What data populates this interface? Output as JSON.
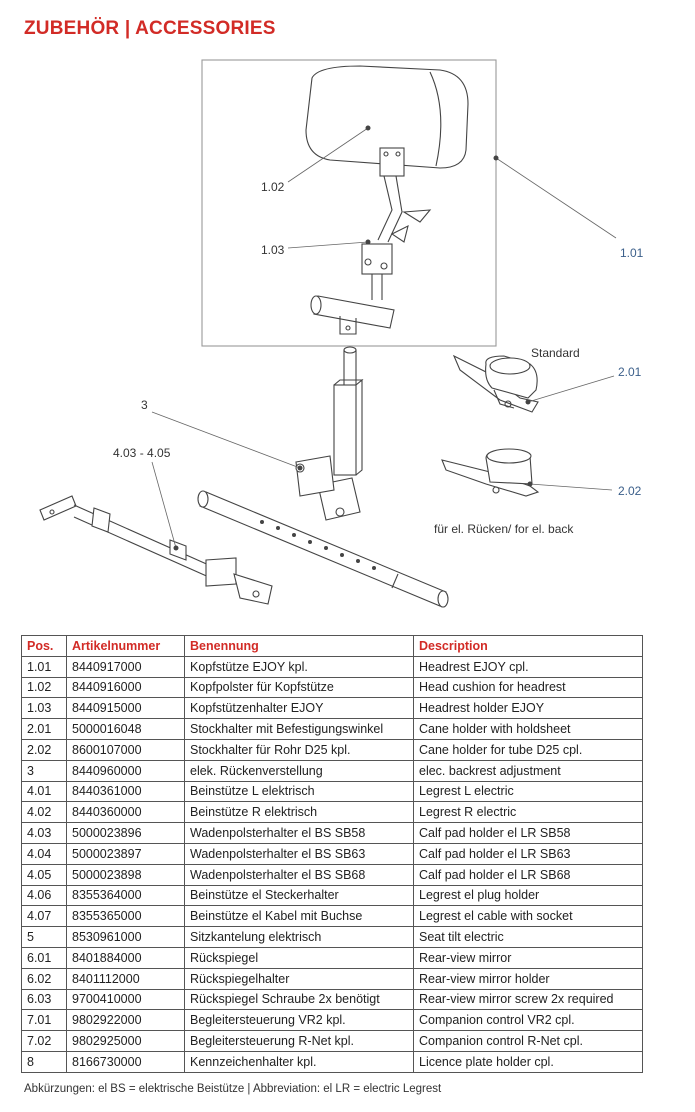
{
  "header": {
    "title": "ZUBEHÖR  |  ACCESSORIES"
  },
  "diagram": {
    "labels": {
      "p102": "1.02",
      "p103": "1.03",
      "p101": "1.01",
      "standard": "Standard",
      "p201": "2.01",
      "p3": "3",
      "p403_405": "4.03 - 4.05",
      "p202": "2.02",
      "el_back": "für el. Rücken/ for el. back"
    },
    "colors": {
      "line": "#444444",
      "label_blue": "#3b5f8a"
    }
  },
  "table": {
    "columns": [
      "Pos.",
      "Artikelnummer",
      "Benennung",
      "Description"
    ],
    "rows": [
      [
        "1.01",
        "8440917000",
        "Kopfstütze EJOY kpl.",
        "Headrest EJOY cpl."
      ],
      [
        "1.02",
        "8440916000",
        "Kopfpolster für Kopfstütze",
        "Head cushion for headrest"
      ],
      [
        "1.03",
        "8440915000",
        "Kopfstützenhalter EJOY",
        "Headrest holder EJOY"
      ],
      [
        "2.01",
        "5000016048",
        "Stockhalter mit Befestigungswinkel",
        "Cane holder with holdsheet"
      ],
      [
        "2.02",
        "8600107000",
        "Stockhalter für Rohr D25 kpl.",
        "Cane holder for tube D25 cpl."
      ],
      [
        "3",
        "8440960000",
        "elek. Rückenverstellung",
        "elec. backrest adjustment"
      ],
      [
        "4.01",
        "8440361000",
        "Beinstütze L elektrisch",
        "Legrest L electric"
      ],
      [
        "4.02",
        "8440360000",
        "Beinstütze R elektrisch",
        "Legrest R electric"
      ],
      [
        "4.03",
        "5000023896",
        "Wadenpolsterhalter el BS SB58",
        "Calf pad holder el LR SB58"
      ],
      [
        "4.04",
        "5000023897",
        "Wadenpolsterhalter el BS SB63",
        "Calf pad holder el LR SB63"
      ],
      [
        "4.05",
        "5000023898",
        "Wadenpolsterhalter el BS SB68",
        "Calf pad holder el LR SB68"
      ],
      [
        "4.06",
        "8355364000",
        "Beinstütze el Steckerhalter",
        "Legrest el plug holder"
      ],
      [
        "4.07",
        "8355365000",
        "Beinstütze el Kabel mit Buchse",
        "Legrest el cable with socket"
      ],
      [
        "5",
        "8530961000",
        "Sitzkantelung elektrisch",
        "Seat tilt electric"
      ],
      [
        "6.01",
        "8401884000",
        "Rückspiegel",
        "Rear-view mirror"
      ],
      [
        "6.02",
        "8401112000",
        "Rückspiegelhalter",
        "Rear-view mirror holder"
      ],
      [
        "6.03",
        "9700410000",
        "Rückspiegel Schraube 2x benötigt",
        "Rear-view mirror screw 2x required"
      ],
      [
        "7.01",
        "9802922000",
        "Begleitersteuerung VR2 kpl.",
        "Companion control VR2 cpl."
      ],
      [
        "7.02",
        "9802925000",
        "Begleitersteuerung R-Net kpl.",
        "Companion control R-Net cpl."
      ],
      [
        "8",
        "8166730000",
        "Kennzeichenhalter kpl.",
        "Licence plate holder cpl."
      ]
    ]
  },
  "footer": {
    "note": "Abkürzungen: el BS = elektrische Beistütze | Abbreviation: el LR = electric Legrest"
  }
}
